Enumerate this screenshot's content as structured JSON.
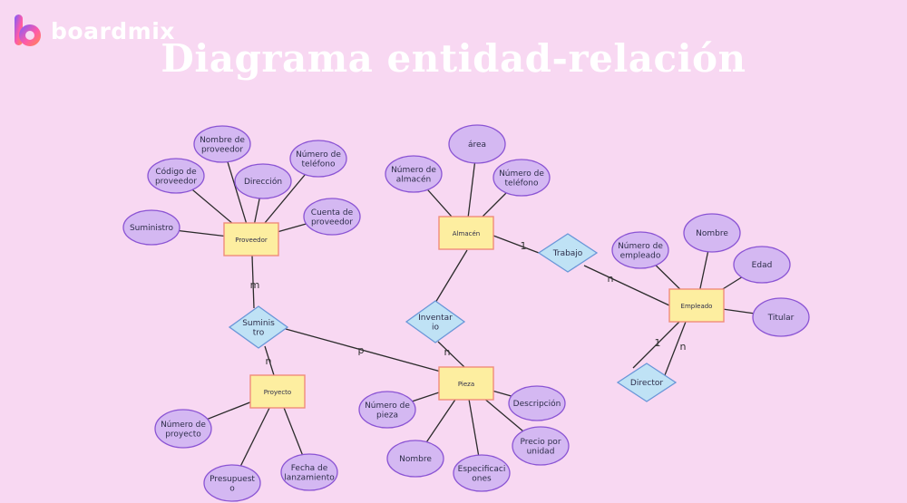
{
  "brand": {
    "name": "boardmix"
  },
  "title": "Diagrama entidad-relación",
  "entities": {
    "proveedor": "Proveedor",
    "almacen": "Almacén",
    "empleado": "Empleado",
    "proyecto": "Proyecto",
    "pieza": "Pieza"
  },
  "relationships": {
    "suministro": [
      "Suminis",
      "tro"
    ],
    "trabajo": [
      "Trabajo"
    ],
    "inventario": [
      "Inventar",
      "io"
    ],
    "director": [
      "Director"
    ]
  },
  "attributes": {
    "suministro_attr": [
      "Suministro"
    ],
    "codigo_proveedor": [
      "Código de",
      "proveedor"
    ],
    "nombre_proveedor": [
      "Nombre de",
      "proveedor"
    ],
    "direccion": [
      "Dirección"
    ],
    "numero_telefono_prov": [
      "Número de",
      "teléfono"
    ],
    "cuenta_proveedor": [
      "Cuenta de",
      "proveedor"
    ],
    "numero_almacen": [
      "Número de",
      "almacén"
    ],
    "area": [
      "área"
    ],
    "numero_telefono_alm": [
      "Número de",
      "teléfono"
    ],
    "numero_empleado": [
      "Número de",
      "empleado"
    ],
    "nombre_emp": [
      "Nombre"
    ],
    "edad": [
      "Edad"
    ],
    "titular": [
      "Titular"
    ],
    "numero_proyecto": [
      "Número de",
      "proyecto"
    ],
    "presupuesto": [
      "Presupuest",
      "o"
    ],
    "fecha_lanzamiento": [
      "Fecha de",
      "lanzamiento"
    ],
    "numero_pieza": [
      "Número de",
      "pieza"
    ],
    "nombre_pieza": [
      "Nombre"
    ],
    "especificaciones": [
      "Especificaci",
      "ones"
    ],
    "precio_unidad": [
      "Precio por",
      "unidad"
    ],
    "descripcion": [
      "Descripción"
    ]
  },
  "cardinalities": {
    "m": "m",
    "n_proyecto": "n",
    "p": "p",
    "n_pieza": "n",
    "one_trabajo": "1",
    "n_trabajo": "n",
    "one_director": "1",
    "n_director": "n"
  },
  "colors": {
    "background": "#f8d8f2",
    "attribute_fill": "#d4b8f2",
    "entity_fill": "#fdeea0",
    "relationship_fill": "#bfe2f5"
  }
}
